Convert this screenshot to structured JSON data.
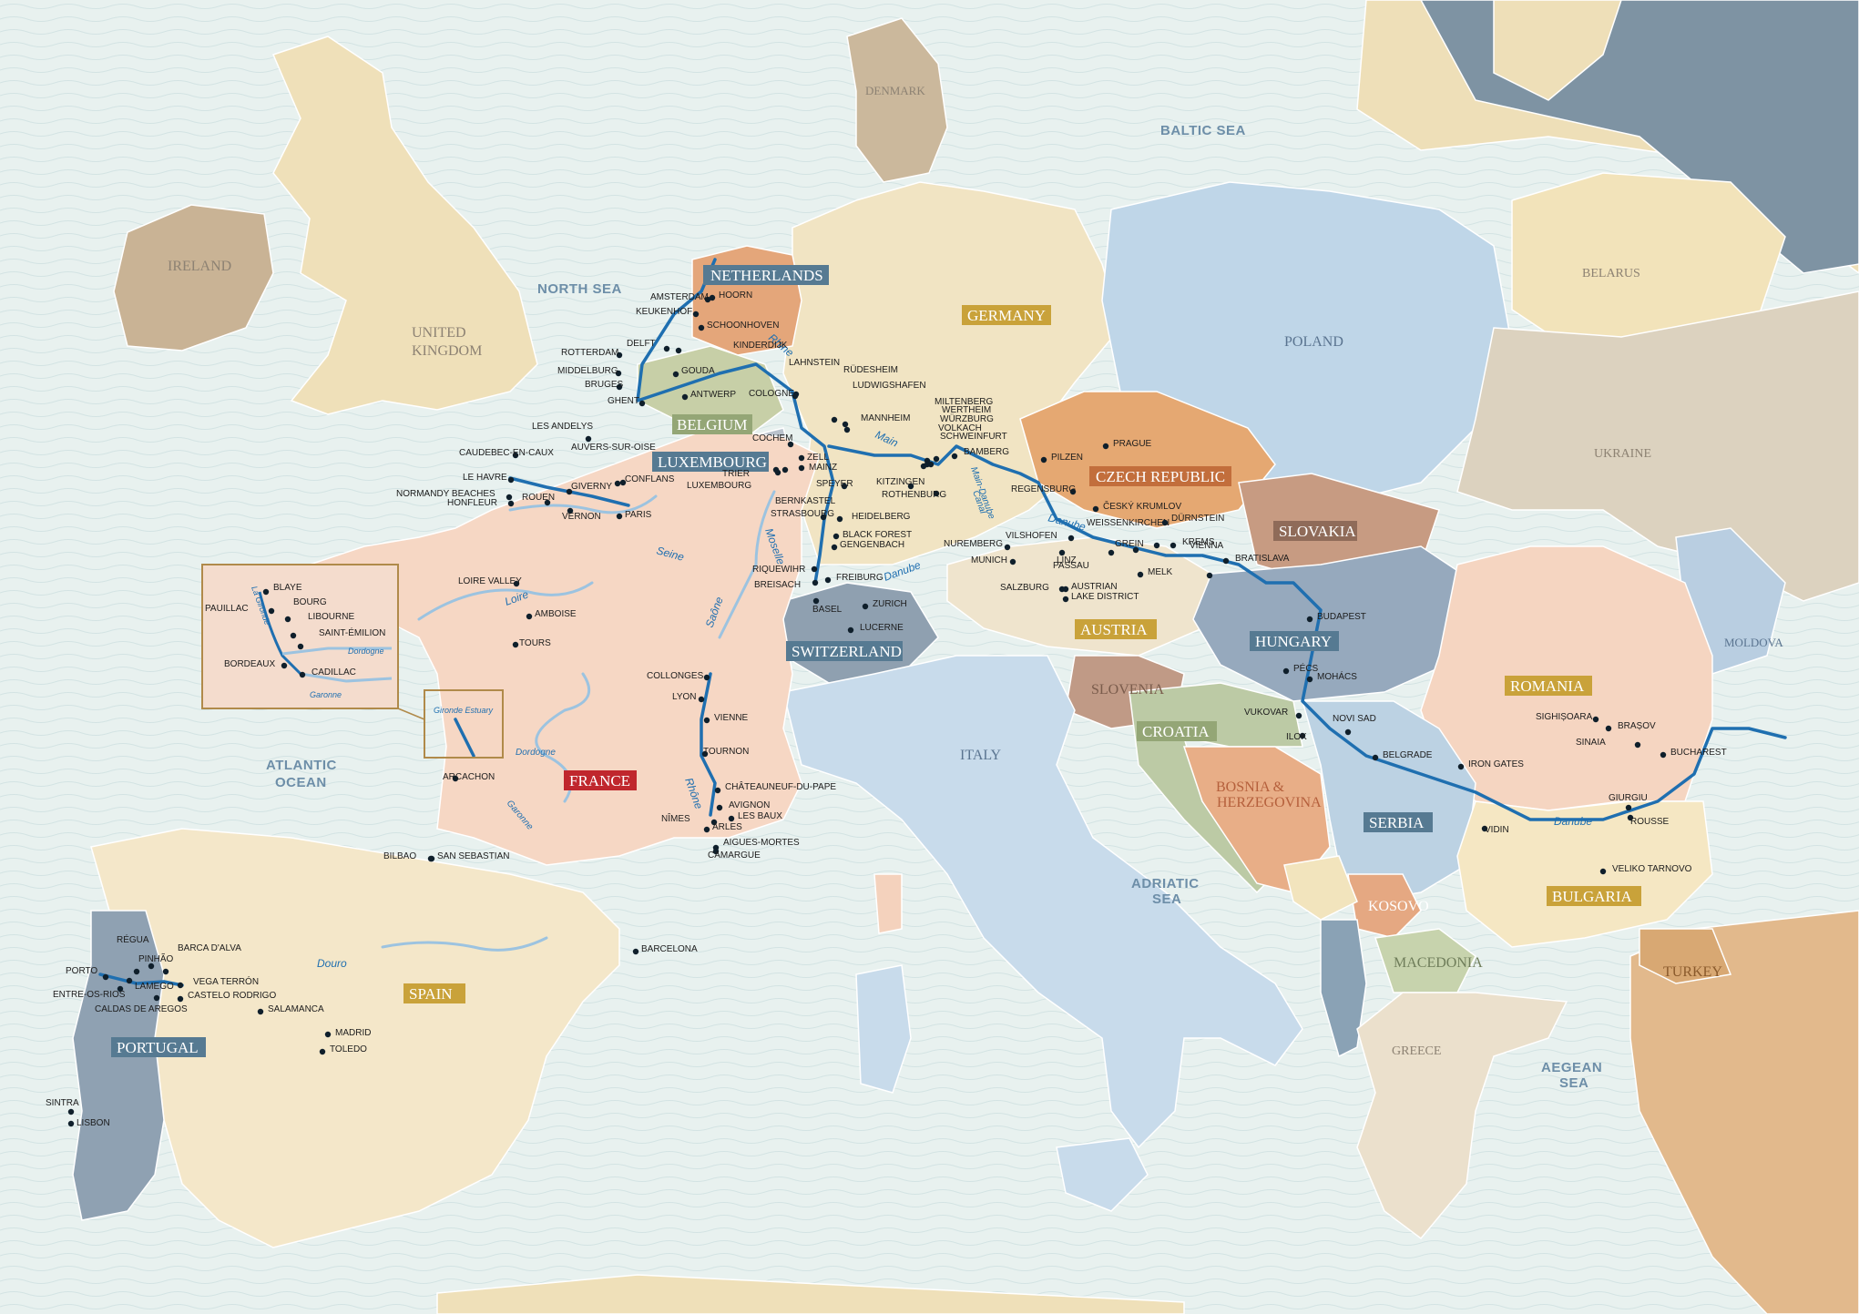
{
  "seas": [
    "NORTH SEA",
    "BALTIC SEA",
    "ATLANTIC",
    "OCEAN",
    "ADRIATIC",
    "SEA",
    "AEGEAN",
    "SEA"
  ],
  "countries_boxed": {
    "netherlands": "NETHERLANDS",
    "germany": "GERMANY",
    "belgium": "BELGIUM",
    "luxembourg": "LUXEMBOURG",
    "czech": "CZECH REPUBLIC",
    "slovakia": "SLOVAKIA",
    "switzerland": "SWITZERLAND",
    "austria": "AUSTRIA",
    "hungary": "HUNGARY",
    "france": "FRANCE",
    "croatia": "CROATIA",
    "romania": "ROMANIA",
    "serbia": "SERBIA",
    "bulgaria": "BULGARIA",
    "spain": "SPAIN",
    "portugal": "PORTUGAL"
  },
  "countries_plain": {
    "ireland": "IRELAND",
    "uk1": "UNITED",
    "uk2": "KINGDOM",
    "denmark": "DENMARK",
    "poland": "POLAND",
    "belarus": "BELARUS",
    "ukraine": "UKRAINE",
    "moldova": "MOLDOVA",
    "slovenia": "SLOVENIA",
    "bosnia1": "BOSNIA &",
    "bosnia2": "HERZEGOVINA",
    "kosovo": "KOSOVO",
    "macedonia": "MACEDONIA",
    "greece": "GREECE",
    "turkey": "TURKEY",
    "italy": "ITALY"
  },
  "rivers": [
    "Rhine",
    "Main",
    "Main-Danube",
    "Canal",
    "Danube",
    "Danube",
    "Danube",
    "Moselle",
    "Seine",
    "Loire",
    "Saône",
    "Rhône",
    "Garonne",
    "Dordogne",
    "Douro",
    "Gironde Estuary",
    "Dordogne",
    "Garonne",
    "La Gironde"
  ],
  "cities": [
    "AMSTERDAM",
    "HOORN",
    "KEUKENHOF",
    "SCHOONHOVEN",
    "ROTTERDAM",
    "DELFT",
    "KINDERDIJK",
    "MIDDELBURG",
    "GOUDA",
    "BRUGES",
    "ANTWERP",
    "GHENT",
    "LAHNSTEIN",
    "RÜDESHEIM",
    "LUDWIGSHAFEN",
    "COLOGNE",
    "MILTENBERG",
    "WERTHEIM",
    "WÜRZBURG",
    "VOLKACH",
    "SCHWEINFURT",
    "MANNHEIM",
    "BAMBERG",
    "COCHEM",
    "ZELL",
    "MAINZ",
    "TRIER",
    "LUXEMBOURG",
    "SPEYER",
    "KITZINGEN",
    "ROTHENBURG",
    "BERNKASTEL",
    "STRASBOURG",
    "HEIDELBERG",
    "BLACK FOREST",
    "GENGENBACH",
    "RIQUEWIHR",
    "BREISACH",
    "FREIBURG",
    "BASEL",
    "ZURICH",
    "LUCERNE",
    "PILZEN",
    "PRAGUE",
    "REGENSBURG",
    "ČESKÝ KRUMLOV",
    "WEISSENKIRCHEN",
    "DÜRNSTEIN",
    "NUREMBERG",
    "VILSHOFEN",
    "GREIN",
    "KREMS",
    "MUNICH",
    "PASSAU",
    "LINZ",
    "MELK",
    "VIENNA",
    "BRATISLAVA",
    "SALZBURG",
    "AUSTRIAN",
    "LAKE DISTRICT",
    "BUDAPEST",
    "PÉCS",
    "MOHÁCS",
    "VUKOVAR",
    "NOVI SAD",
    "ILOK",
    "BELGRADE",
    "IRON GATES",
    "SIGHIȘOARA",
    "BRAȘOV",
    "SINAIA",
    "BUCHAREST",
    "GIURGIU",
    "ROUSSE",
    "VIDIN",
    "VELIKO TARNOVO",
    "LES ANDELYS",
    "AUVERS-SUR-OISE",
    "CAUDEBEC-EN-CAUX",
    "CONFLANS",
    "LE HAVRE",
    "NORMANDY BEACHES",
    "HONFLEUR",
    "ROUEN",
    "GIVERNY",
    "VERNON",
    "PARIS",
    "LOIRE VALLEY",
    "AMBOISE",
    "TOURS",
    "COLLONGES",
    "LYON",
    "VIENNE",
    "TOURNON",
    "CHÂTEAUNEUF-DU-PAPE",
    "AVIGNON",
    "LES BAUX",
    "NÎMES",
    "ARLES",
    "AIGUES-MORTES",
    "CAMARGUE",
    "ARCACHON",
    "BILBAO",
    "SAN SEBASTIAN",
    "BARCELONA",
    "RÉGUA",
    "PINHÃO",
    "BARCA D'ALVA",
    "PORTO",
    "LAMEGO",
    "VEGA TERRÓN",
    "ENTRE-OS-RIOS",
    "CASTELO RODRIGO",
    "CALDAS DE AREGOS",
    "SALAMANCA",
    "MADRID",
    "TOLEDO",
    "SINTRA",
    "LISBON",
    "BLAYE",
    "BOURG",
    "PAUILLAC",
    "LIBOURNE",
    "SAINT-ÉMILION",
    "BORDEAUX",
    "CADILLAC"
  ]
}
